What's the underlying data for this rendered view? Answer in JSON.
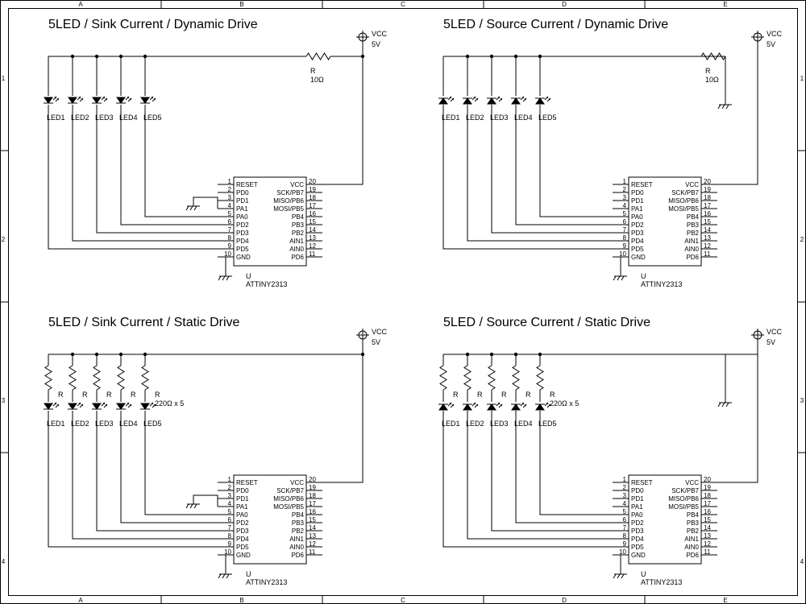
{
  "frame": {
    "col_labels": [
      "A",
      "B",
      "C",
      "D",
      "E"
    ],
    "row_labels": [
      "1",
      "2",
      "3",
      "4"
    ]
  },
  "circuits": [
    {
      "title": "5LED / Sink Current / Dynamic Drive",
      "mode": "sink",
      "drive": "dynamic",
      "leds": [
        "LED1",
        "LED2",
        "LED3",
        "LED4",
        "LED5"
      ],
      "led_resistor": {
        "ref": "",
        "value": ""
      },
      "resistor": {
        "ref": "R",
        "value": "10Ω"
      },
      "supply": {
        "name": "VCC",
        "value": "5V"
      },
      "ic": {
        "ref": "U",
        "part": "ATTINY2313"
      }
    },
    {
      "title": "5LED / Source Current / Dynamic Drive",
      "mode": "source",
      "drive": "dynamic",
      "leds": [
        "LED1",
        "LED2",
        "LED3",
        "LED4",
        "LED5"
      ],
      "led_resistor": {
        "ref": "",
        "value": ""
      },
      "resistor": {
        "ref": "R",
        "value": "10Ω"
      },
      "supply": {
        "name": "VCC",
        "value": "5V"
      },
      "ic": {
        "ref": "U",
        "part": "ATTINY2313"
      }
    },
    {
      "title": "5LED / Sink Current / Static Drive",
      "mode": "sink",
      "drive": "static",
      "leds": [
        "LED1",
        "LED2",
        "LED3",
        "LED4",
        "LED5"
      ],
      "led_resistor": {
        "ref": "R",
        "value": "220Ω x 5"
      },
      "resistor": {
        "ref": "",
        "value": ""
      },
      "supply": {
        "name": "VCC",
        "value": "5V"
      },
      "ic": {
        "ref": "U",
        "part": "ATTINY2313"
      }
    },
    {
      "title": "5LED / Source Current / Static Drive",
      "mode": "source",
      "drive": "static",
      "leds": [
        "LED1",
        "LED2",
        "LED3",
        "LED4",
        "LED5"
      ],
      "led_resistor": {
        "ref": "R",
        "value": "220Ω x 5"
      },
      "resistor": {
        "ref": "",
        "value": ""
      },
      "supply": {
        "name": "VCC",
        "value": "5V"
      },
      "ic": {
        "ref": "U",
        "part": "ATTINY2313"
      }
    }
  ],
  "ic_pins": {
    "left": [
      {
        "num": "1",
        "name": "RESET"
      },
      {
        "num": "2",
        "name": "PD0"
      },
      {
        "num": "3",
        "name": "PD1"
      },
      {
        "num": "4",
        "name": "PA1"
      },
      {
        "num": "5",
        "name": "PA0"
      },
      {
        "num": "6",
        "name": "PD2"
      },
      {
        "num": "7",
        "name": "PD3"
      },
      {
        "num": "8",
        "name": "PD4"
      },
      {
        "num": "9",
        "name": "PD5"
      },
      {
        "num": "10",
        "name": "GND"
      }
    ],
    "right": [
      {
        "num": "20",
        "name": "VCC"
      },
      {
        "num": "19",
        "name": "SCK/PB7"
      },
      {
        "num": "18",
        "name": "MISO/PB6"
      },
      {
        "num": "17",
        "name": "MOSI/PB5"
      },
      {
        "num": "16",
        "name": "PB4"
      },
      {
        "num": "15",
        "name": "PB3"
      },
      {
        "num": "14",
        "name": "PB2"
      },
      {
        "num": "13",
        "name": "AIN1"
      },
      {
        "num": "12",
        "name": "AIN0"
      },
      {
        "num": "11",
        "name": "PD6"
      }
    ]
  }
}
